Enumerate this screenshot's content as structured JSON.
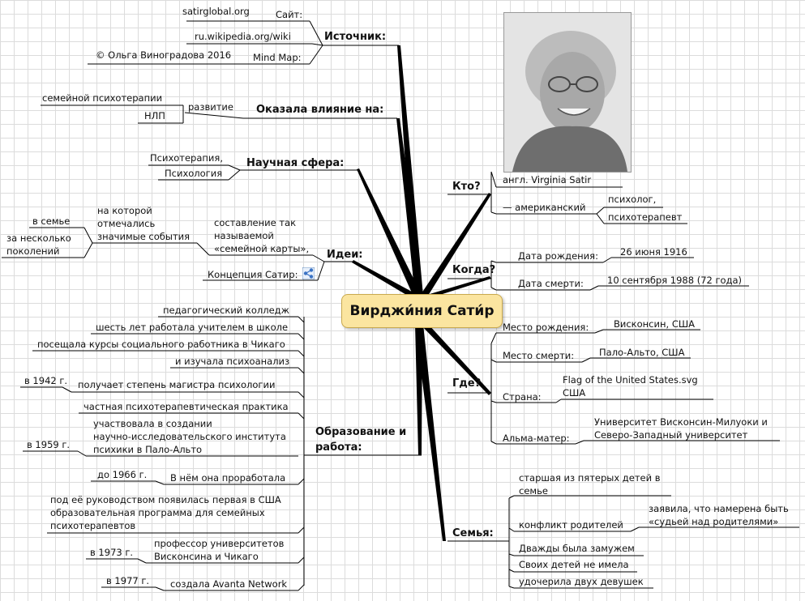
{
  "central": {
    "title": "Вирджи́ния Сати́р"
  },
  "photo": {
    "caption": ""
  },
  "source": {
    "label": "Источник:",
    "site_label": "Сайт:",
    "site_value": "satirglobal.org",
    "wiki_value": "ru.wikipedia.org/wiki",
    "mindmap_label": "Mind Map:",
    "mindmap_value": "© Ольга Виноградова 2016"
  },
  "influence": {
    "label": "Оказала влияние на:",
    "dev_label": "развитие",
    "item1": "семейной психотерапии",
    "item2": "НЛП"
  },
  "science": {
    "label": "Научная сфера:",
    "item1": "Психотерапия,",
    "item2": "Психология"
  },
  "ideas": {
    "label": "Идеи:",
    "map_text_1": "составление так",
    "map_text_2": "называемой",
    "map_text_3": "«семейной карты»,",
    "events_1": "на которой",
    "events_2": "отмечались",
    "events_3": "значимые события",
    "family_label": "в семье",
    "gen_1": "за несколько",
    "gen_2": "поколений",
    "concept_label": "Концепция Сатир:"
  },
  "education": {
    "label_1": "Образование и",
    "label_2": "работа:",
    "items": {
      "college": "педагогический колледж",
      "teacher": "шесть лет работала учителем в школе",
      "courses": "посещала курсы социального работника в Чикаго",
      "psycho": "и изучала психоанализ",
      "master": "получает степень магистра психологии",
      "practice": "частная психотерапевтическая практика",
      "inst_1": "участвовала в создании",
      "inst_2": "научно-исследовательского института",
      "inst_3": "психики в Пало-Альто",
      "worked": "В нём она проработала",
      "program_1": "под её руководством появилась первая в США",
      "program_2": "образовательная программа для семейных",
      "program_3": "психотерапевтов",
      "prof_1": "профессор университетов",
      "prof_2": "Висконсина и Чикаго",
      "avanta": "создала Avanta Network"
    },
    "dates": {
      "y1942": "в 1942 г.",
      "y1959": "в 1959 г.",
      "y1966": "до 1966 г.",
      "y1973": "в 1973 г.",
      "y1977": "в 1977 г."
    }
  },
  "who": {
    "label": "Кто?",
    "eng": "англ. Virginia Satir",
    "amer": "— американский",
    "prof1": "психолог,",
    "prof2": "психотерапевт"
  },
  "when": {
    "label": "Когда?",
    "birth_label": "Дата рождения:",
    "birth_value": "26 июня 1916",
    "death_label": "Дата смерти:",
    "death_value": "10 сентября 1988 (72 года)"
  },
  "where": {
    "label": "Где?",
    "birthplace_label": "Место рождения:",
    "birthplace_value": "Висконсин, США",
    "deathplace_label": "Место смерти:",
    "deathplace_value": "Пало-Альто, США",
    "country_label": "Страна:",
    "country_flag": "Flag of the United States.svg",
    "country_value": "США",
    "alma_label": "Альма-матер:",
    "alma_1": "Университет Висконсин-Милуоки и",
    "alma_2": "Северо-Западный университет"
  },
  "family": {
    "label": "Семья:",
    "eldest_1": "старшая из пятерых детей в",
    "eldest_2": "семье",
    "conflict": "конфликт родителей",
    "declared_1": "заявила, что намерена быть",
    "declared_2": "«судьей над родителями»",
    "married": "Дважды была замужем",
    "nochildren": "Своих детей не имела",
    "adopted": "удочерила двух девушек"
  }
}
